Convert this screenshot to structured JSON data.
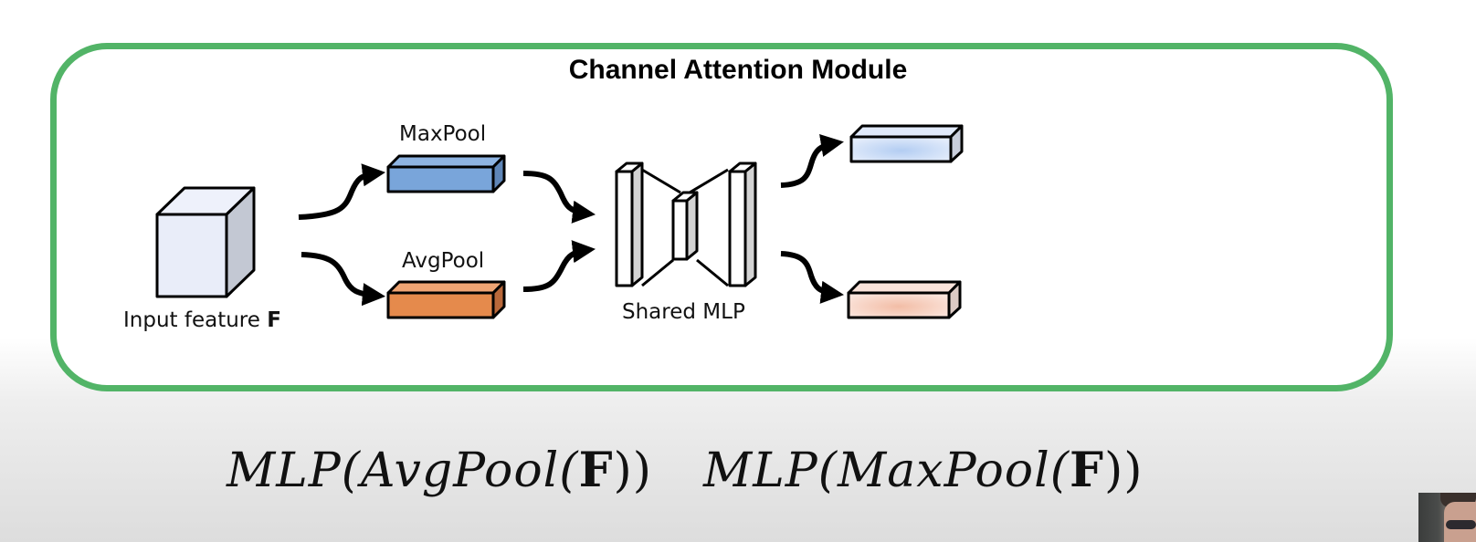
{
  "title": "Channel Attention Module",
  "labels": {
    "input": "Input feature ",
    "input_symbol": "F",
    "maxpool": "MaxPool",
    "avgpool": "AvgPool",
    "shared_mlp": "Shared MLP"
  },
  "formulas": {
    "avg": {
      "prefix": "MLP(AvgPool(",
      "symbol": "F",
      "suffix": "))"
    },
    "max": {
      "prefix": "MLP(MaxPool(",
      "symbol": "F",
      "suffix": "))"
    }
  },
  "colors": {
    "border": "#52b467",
    "maxpool": "#7aa6da",
    "avgpool": "#e58a4c",
    "out_max": "#c6d8f5",
    "out_avg": "#f3c9b8",
    "cube_front": "#e8ecf8",
    "cube_side": "#c2c7d2"
  }
}
